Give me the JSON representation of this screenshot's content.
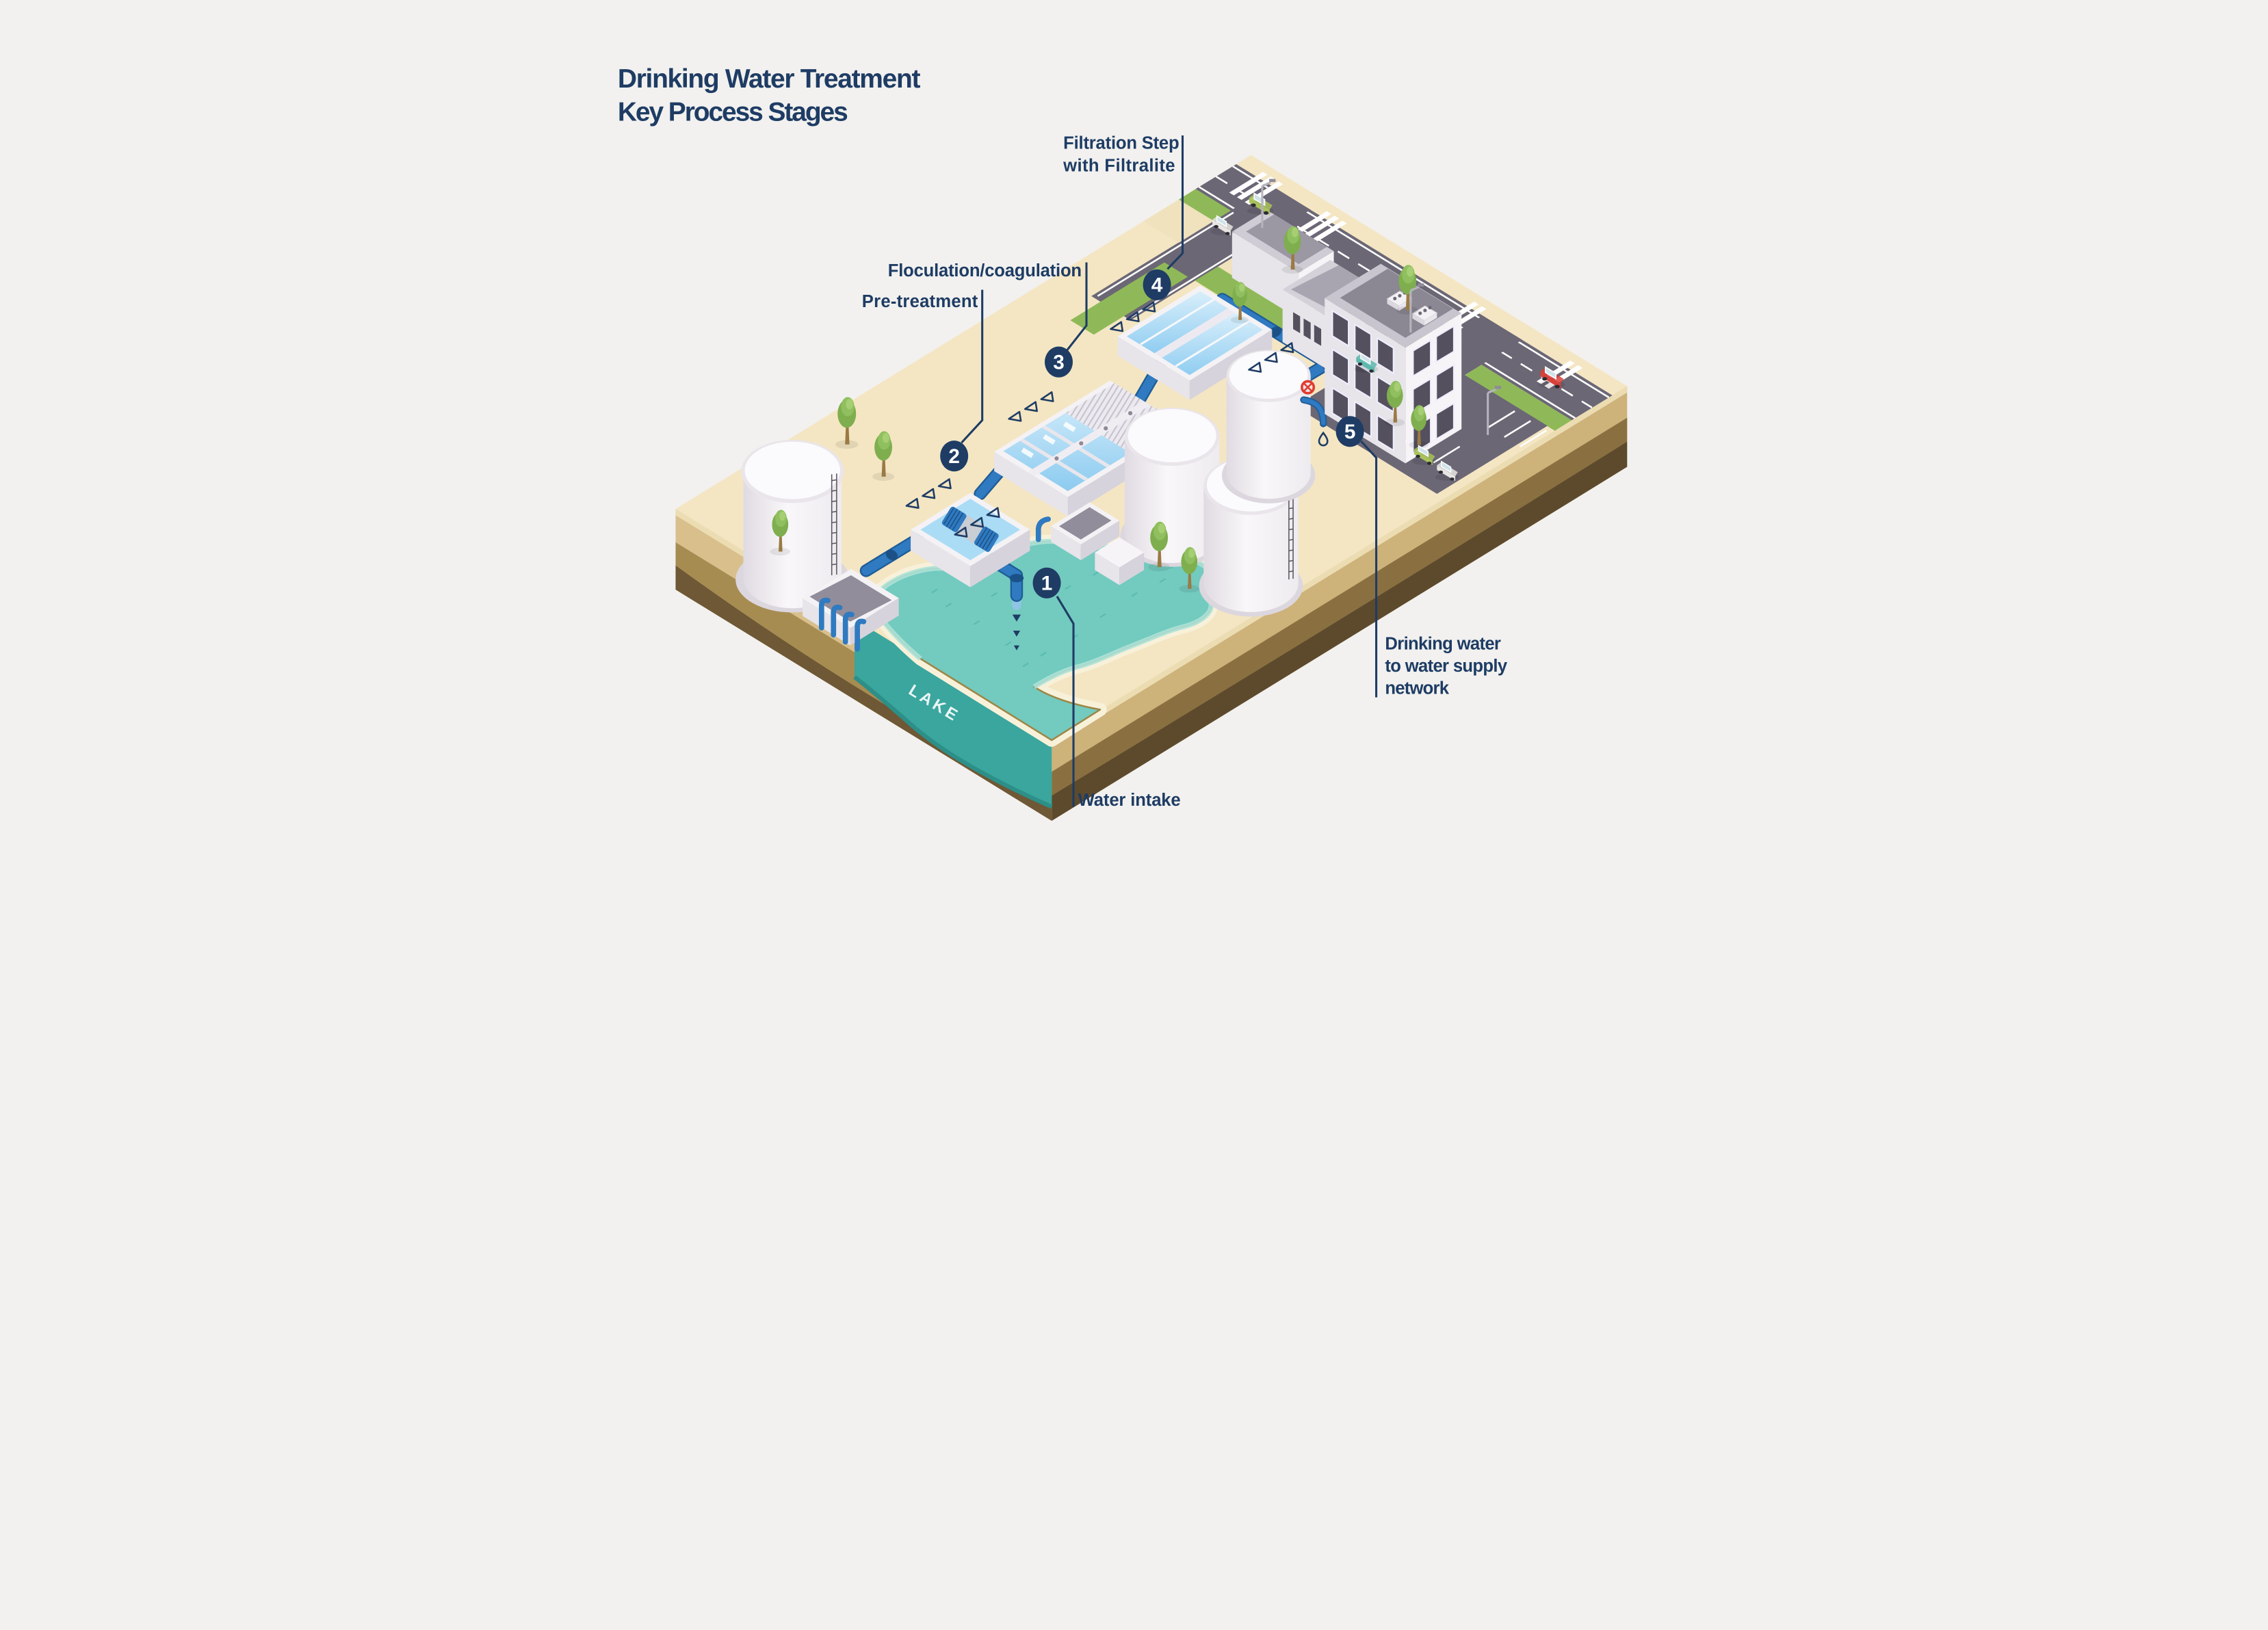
{
  "title": {
    "line1": "Drinking Water Treatment",
    "line2": "Key Process Stages"
  },
  "lake": {
    "label": "LAKE"
  },
  "stages": [
    {
      "num": "1",
      "lines": [
        "Water intake"
      ]
    },
    {
      "num": "2",
      "lines": [
        "Pre-treatment"
      ]
    },
    {
      "num": "3",
      "lines": [
        "Floculation/coagulation"
      ]
    },
    {
      "num": "4",
      "lines": [
        "Filtration Step",
        "with Filtralite"
      ]
    },
    {
      "num": "5",
      "lines": [
        "Drinking water",
        "to water supply",
        "network"
      ]
    }
  ],
  "colors": {
    "background": "#f2f1ef",
    "label_navy": "#1e3c64",
    "terrain_tan": "#f4e6c3",
    "lake_teal": "#73cabf",
    "basin_water_blue": "#a9d8f2",
    "pipe_blue": "#2f7ac0",
    "grass_green": "#8fb958",
    "road_gray": "#6b6775",
    "tank_white": "#f6f3f6",
    "valve_red": "#e23b30"
  }
}
